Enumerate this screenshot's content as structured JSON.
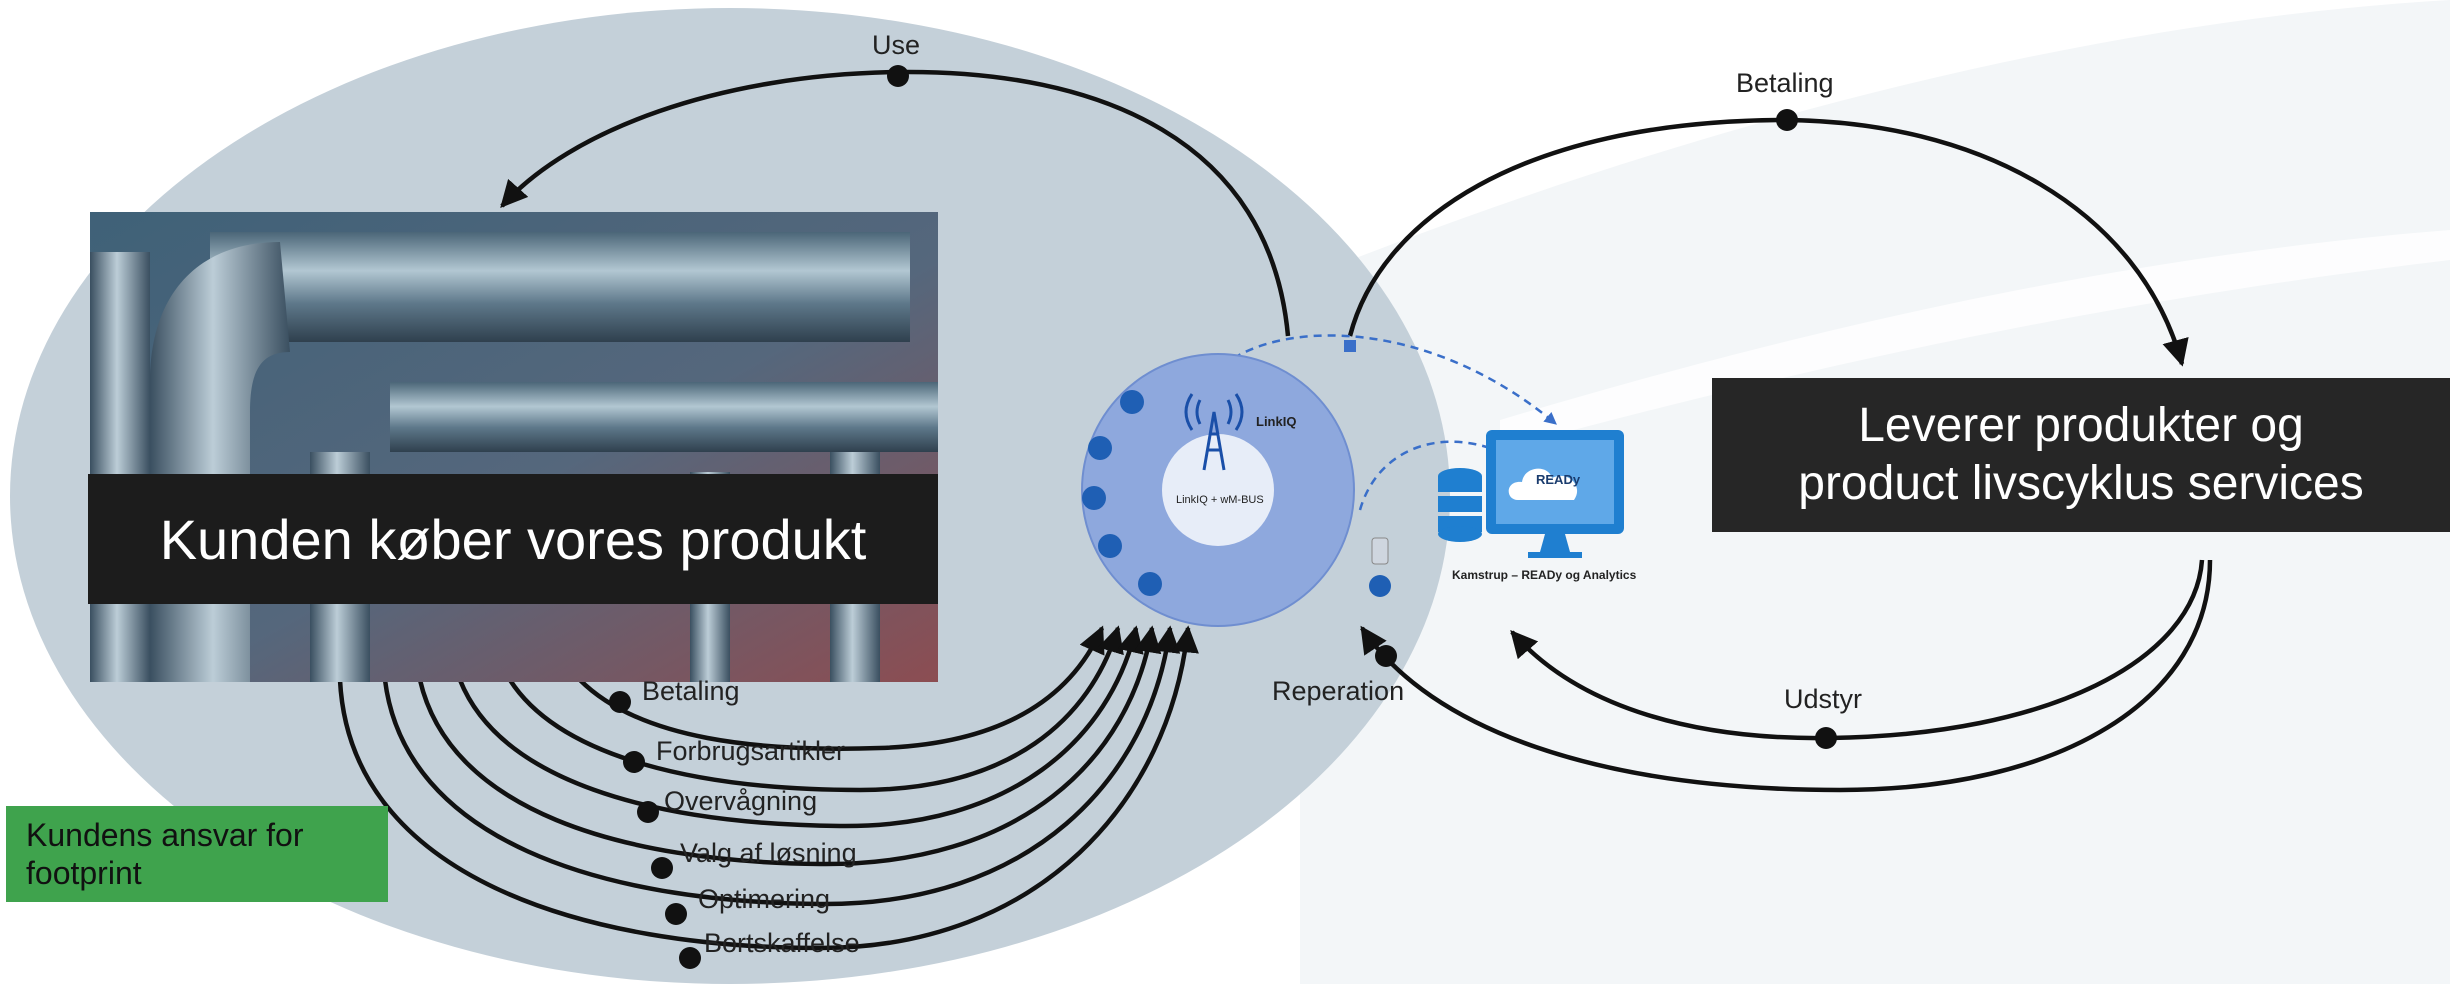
{
  "main_title": "Kunden køber vores produkt",
  "supplier": {
    "line1": "Leverer produkter og",
    "line2": "product livscyklus services"
  },
  "customer_responsibility": "Kundens ansvar for footprint",
  "flows": {
    "use": "Use",
    "payment_top": "Betaling",
    "equipment": "Udstyr",
    "repair": "Reperation"
  },
  "customer_flows": [
    "Betaling",
    "Forbrugsartikler",
    "Overvågning",
    "Valg af løsning",
    "Optimering",
    "Bortskaffelse"
  ],
  "network": {
    "name": "LinkIQ",
    "center": "LinkIQ + wM-BUS"
  },
  "platform": {
    "screen": "READy",
    "caption": "Kamstrup – READy og Analytics"
  },
  "colors": {
    "ellipse": "#c4d0d9",
    "network_circle": "#8ea8dd",
    "monitor": "#1f7fd0",
    "green_box": "#3fa34d",
    "dark_banner": "#1c1c1c"
  }
}
